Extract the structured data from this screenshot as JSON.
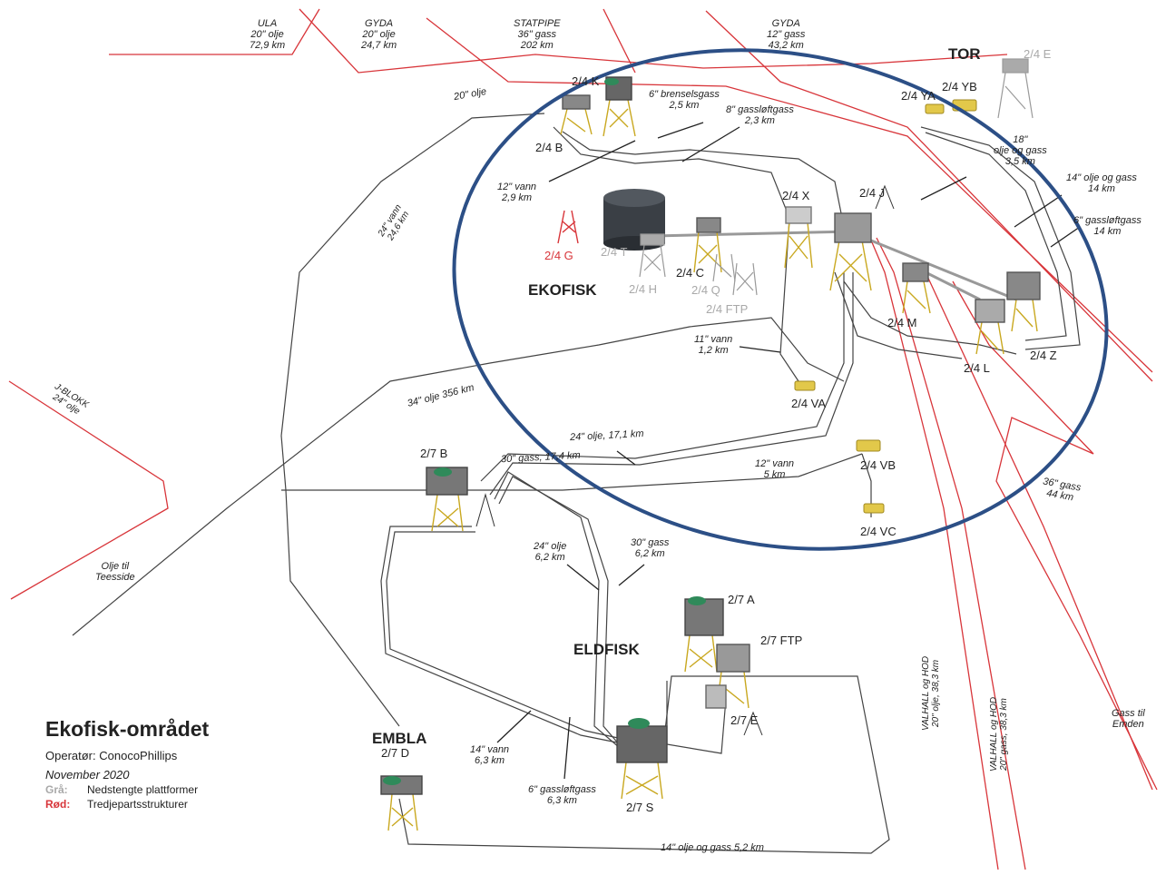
{
  "title": "Ekofisk-området",
  "operator": "Operatør: ConocoPhillips",
  "date": "November 2020",
  "legend": [
    {
      "key": "Grå:",
      "text": "Nedstengte plattformer",
      "color": "#a9a9a9"
    },
    {
      "key": "Rød:",
      "text": "Tredjepartsstrukturer",
      "color": "#d8353a"
    }
  ],
  "colors": {
    "third_party": "#d8353a",
    "closed": "#a9a9a9",
    "highlight": "#2c4f86",
    "pipeline": "#333333",
    "platform": "#e2c84a"
  },
  "fields": {
    "ekofisk": "EKOFISK",
    "eldfisk": "ELDFISK",
    "embla": "EMBLA",
    "tor": "TOR"
  },
  "platforms": {
    "k": "2/4 K",
    "b": "2/4 B",
    "g": "2/4 G",
    "t": "2/4 T",
    "h": "2/4 H",
    "c": "2/4 C",
    "q": "2/4 Q",
    "ftp": "2/4 FTP",
    "x": "2/4 X",
    "j": "2/4 J",
    "m": "2/4 M",
    "l": "2/4 L",
    "z": "2/4 Z",
    "va": "2/4 VA",
    "vb": "2/4 VB",
    "vc": "2/4 VC",
    "ya": "2/4 YA",
    "yb": "2/4 YB",
    "e": "2/4 E",
    "b7": "2/7 B",
    "a7": "2/7 A",
    "ftp7": "2/7 FTP",
    "e7": "2/7 E",
    "s7": "2/7 S",
    "d7": "2/7 D"
  },
  "pipelines": {
    "ula_1": "ULA",
    "ula_2": "20\" olje",
    "ula_3": "72,9 km",
    "gyda1_1": "GYDA",
    "gyda1_2": "20\" olje",
    "gyda1_3": "24,7 km",
    "statpipe_1": "STATPIPE",
    "statpipe_2": "36\" gass",
    "statpipe_3": "202 km",
    "gyda2_1": "GYDA",
    "gyda2_2": "12\" gass",
    "gyda2_3": "43,2 km",
    "olje20": "20\" olje",
    "brensel_1": "6\" brenselsgass",
    "brensel_2": "2,5 km",
    "gassloft8_1": "8\" gassløftgass",
    "gassloft8_2": "2,3 km",
    "vann12_1": "12\" vann",
    "vann12_2": "2,9 km",
    "olje18_1": "18\"",
    "olje18_2": "olje og gass",
    "olje18_3": "3,5 km",
    "olje14_1": "14\" olje og gass",
    "olje14_2": "14 km",
    "gassloft6_1": "6\" gassløftgass",
    "gassloft6_2": "14 km",
    "vann24": "24\" vann\n24,6 km",
    "vann11_1": "11\" vann",
    "vann11_2": "1,2 km",
    "olje34": "34\" olje 356 km",
    "jblokk": "J-BLOKK\n24\" olje",
    "olje24_17": "24\" olje, 17,1 km",
    "gass30_17": "30\" gass, 17,4 km",
    "vann12b_1": "12\" vann",
    "vann12b_2": "5 km",
    "gass36_1": "36\" gass",
    "gass36_2": "44 km",
    "teesside_1": "Olje til",
    "teesside_2": "Teesside",
    "olje24_6_1": "24\" olje",
    "olje24_6_2": "6,2 km",
    "gass30_6_1": "30\" gass",
    "gass30_6_2": "6,2 km",
    "vann14_1": "14\" vann",
    "vann14_2": "6,3 km",
    "gassloft6b_1": "6\" gassløftgass",
    "gassloft6b_2": "6,3 km",
    "olje14b": "14\" olje og gass 5,2 km",
    "valhall1": "VALHALL og HOD\n20\" olje, 38,3 km",
    "valhall2": "VALHALL og HOD\n20\" gass, 38,3 km",
    "emden_1": "Gass til",
    "emden_2": "Emden"
  }
}
